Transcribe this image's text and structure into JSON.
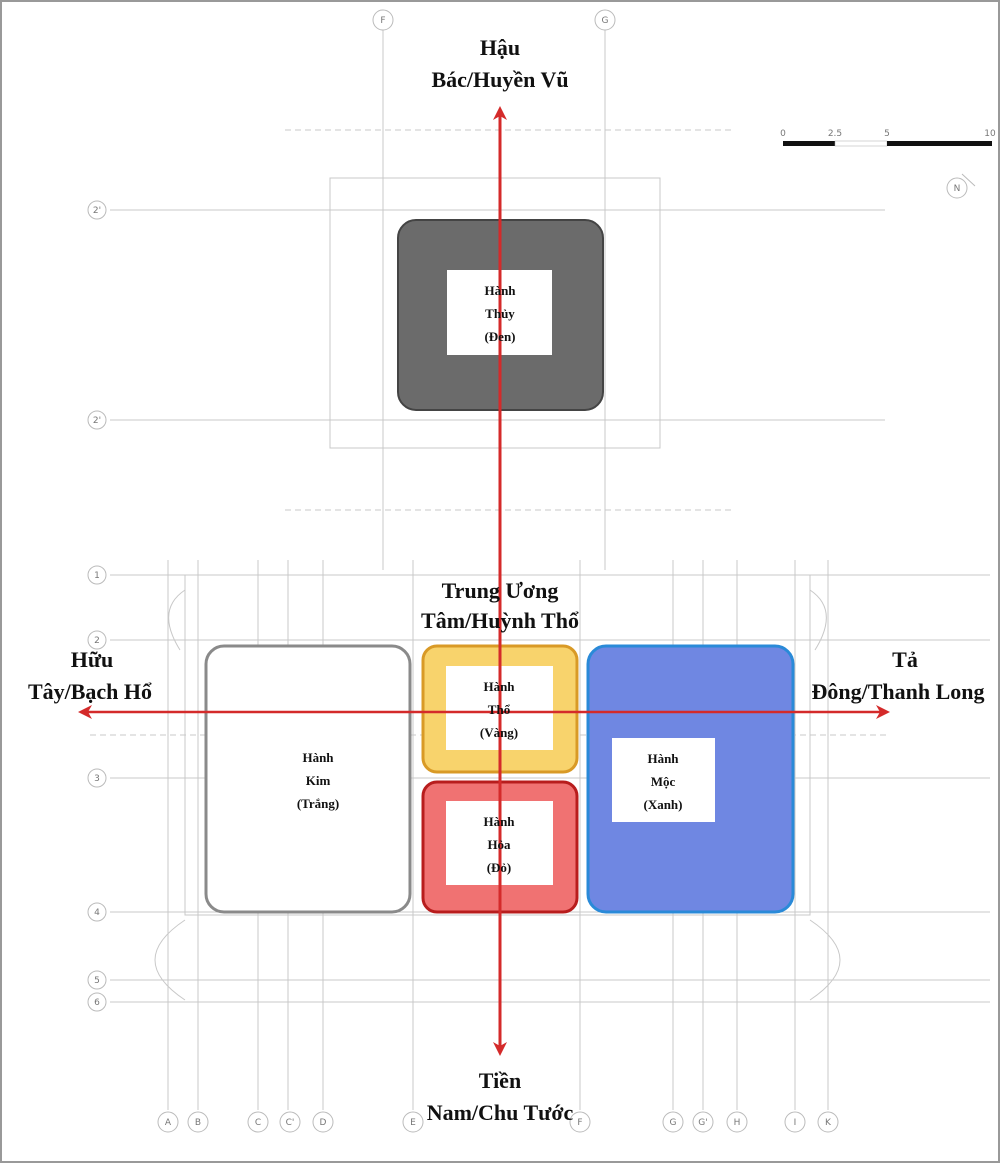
{
  "directions": {
    "north": {
      "line1": "Hậu",
      "line2": "Bác/Huyền Vũ"
    },
    "south": {
      "line1": "Tiền",
      "line2": "Nam/Chu Tước"
    },
    "west": {
      "line1": "Hữu",
      "line2": "Tây/Bạch Hổ"
    },
    "east": {
      "line1": "Tả",
      "line2": "Đông/Thanh Long"
    },
    "center": {
      "line1": "Trung Ương",
      "line2": "Tâm/Huỳnh Thổ"
    }
  },
  "elements": {
    "thuy": {
      "l1": "Hành",
      "l2": "Thủy",
      "l3": "(Đen)",
      "fill": "#6b6b6b"
    },
    "kim": {
      "l1": "Hành",
      "l2": "Kim",
      "l3": "(Trắng)",
      "fill": "#ffffff"
    },
    "tho": {
      "l1": "Hành",
      "l2": "Thổ",
      "l3": "(Vàng)",
      "fill": "#f8d36c"
    },
    "hoa": {
      "l1": "Hành",
      "l2": "Hỏa",
      "l3": "(Đỏ)",
      "fill": "#f07272"
    },
    "moc": {
      "l1": "Hành",
      "l2": "Mộc",
      "l3": "(Xanh)",
      "fill": "#6f87e2"
    }
  },
  "grid": {
    "rows": [
      "2'",
      "2'",
      "1",
      "2",
      "3",
      "4",
      "5",
      "6"
    ],
    "cols_bottom": [
      "A",
      "B",
      "C",
      "C'",
      "D",
      "E",
      "F",
      "G",
      "G'",
      "H",
      "I",
      "K"
    ],
    "cols_top": [
      "F",
      "G"
    ]
  },
  "scale": {
    "ticks": [
      "0",
      "2.5",
      "5",
      "10"
    ]
  },
  "compass": "N",
  "colors": {
    "arrow": "#d42a2a"
  }
}
